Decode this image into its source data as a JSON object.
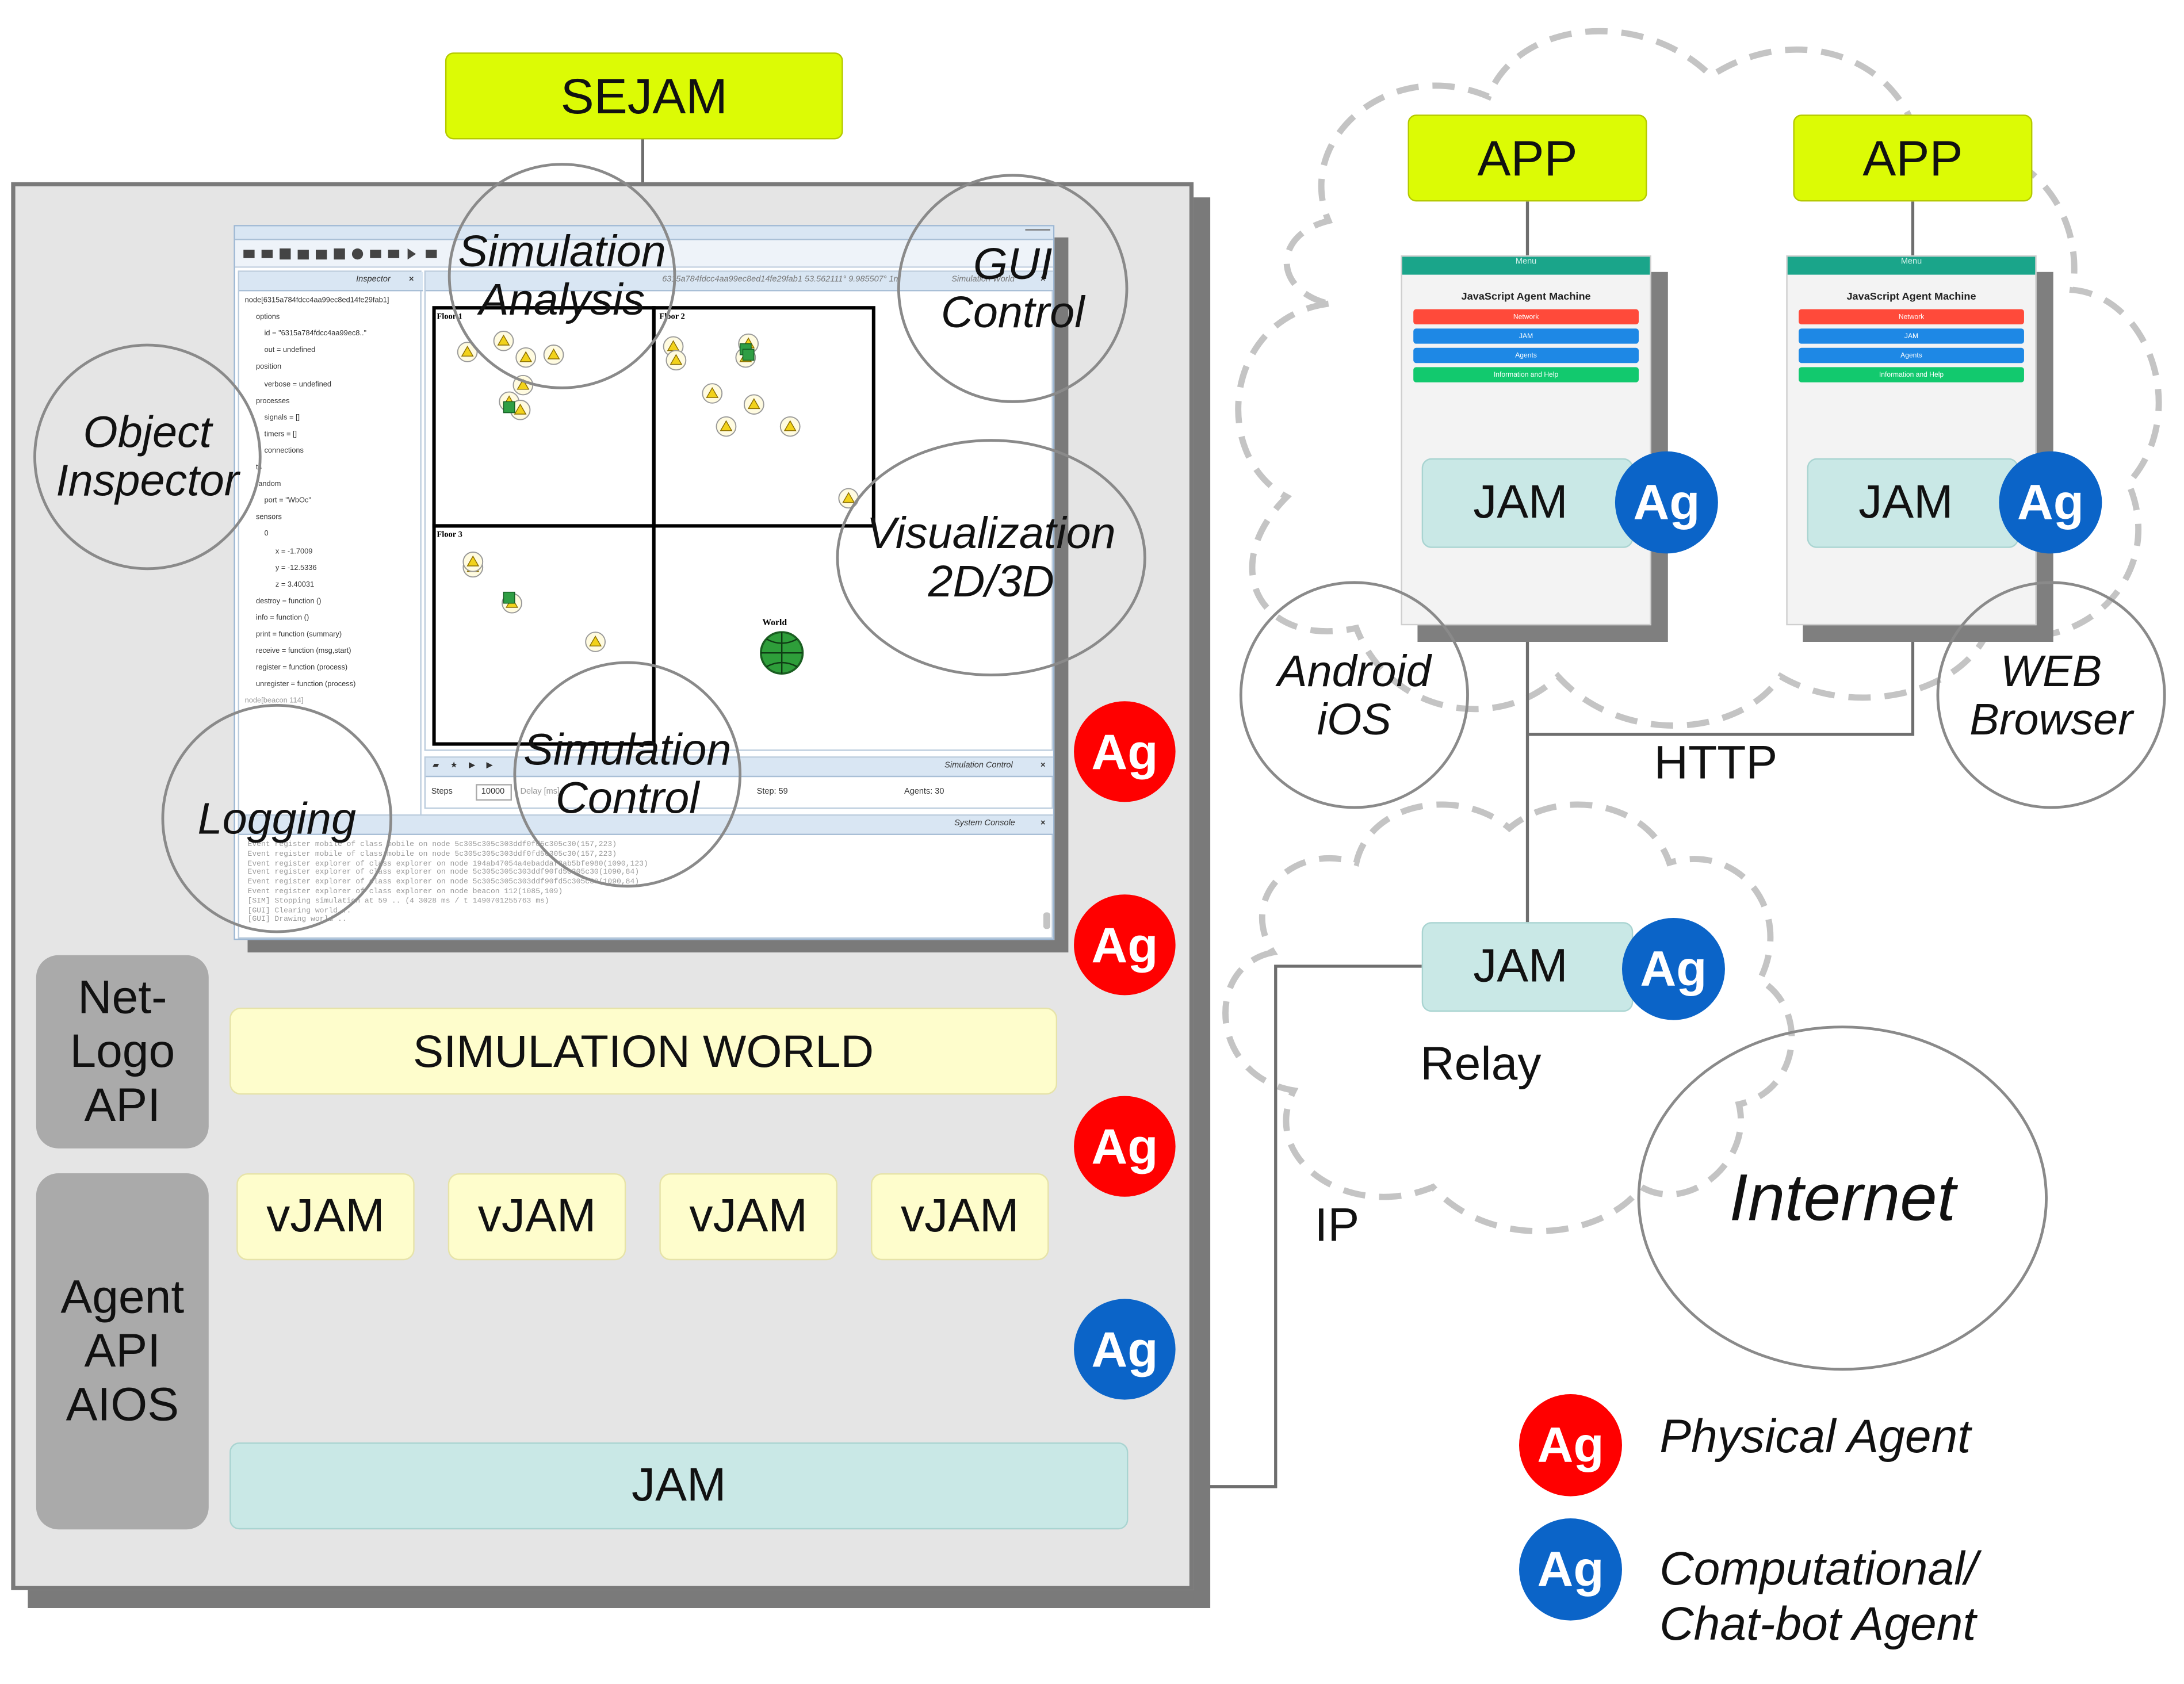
{
  "top": {
    "sejam": "SEJAM"
  },
  "bubbles": {
    "simulation_analysis": "Simulation Analysis",
    "gui_control": "GUI Control",
    "object_inspector": "Object Inspector",
    "visualization": "Visualization 2D/3D",
    "logging": "Logging",
    "simulation_control": "Simulation Control",
    "android_ios": "Android iOS",
    "web_browser": "WEB Browser",
    "internet": "Internet"
  },
  "left_panel": {
    "netlogo_api": "Net-Logo API",
    "agent_api": "Agent API AIOS",
    "simulation_world": "SIMULATION WORLD",
    "vjam": [
      "vJAM",
      "vJAM",
      "vJAM",
      "vJAM"
    ],
    "jam": "JAM"
  },
  "agent_label": "Ag",
  "right": {
    "app_left": "APP",
    "app_right": "APP",
    "jam_phone_left": "JAM",
    "jam_phone_right": "JAM",
    "jam_relay": "JAM",
    "relay": "Relay",
    "http": "HTTP",
    "ip": "IP"
  },
  "phone_screen": {
    "menu": "Menu",
    "title": "JavaScript Agent Machine",
    "buttons": [
      {
        "label": "Network",
        "color": "#ff4a3a"
      },
      {
        "label": "JAM",
        "color": "#1e88e5"
      },
      {
        "label": "Agents",
        "color": "#1e88e5"
      },
      {
        "label": "Information and Help",
        "color": "#12c96e"
      }
    ]
  },
  "legend": {
    "physical": "Physical Agent",
    "computational": "Computational/ Chat-bot Agent"
  },
  "screenshot": {
    "inspector_title": "Inspector",
    "world_title": "6315a784fdcc4aa99ec8ed14fe29fab1 53.562111° 9.985507° 1m",
    "world_tab": "Simulation World",
    "floors": [
      "Floor 1",
      "Floor 2",
      "Floor 3"
    ],
    "world_label": "World",
    "tree": [
      "node[6315a784fdcc4aa99ec8ed14fe29fab1]",
      "options",
      "id = \"6315a784fdcc4aa99ec8..\"",
      "out = undefined",
      "position",
      "verbose = undefined",
      "processes",
      "signals = []",
      "timers = []",
      "connections",
      "ts",
      "random",
      "port = \"WbOc\"",
      "sensors",
      "0",
      "x = -1.7009",
      "y = -12.5336",
      "z = 3.40031",
      "destroy = function ()",
      "info = function ()",
      "print = function (summary)",
      "receive = function (msg,start)",
      "register = function (process)",
      "unregister = function (process)",
      "node[beacon 114]"
    ],
    "control_title": "Simulation Control",
    "steps_label": "Steps",
    "steps_value": "10000",
    "delay_label": "Delay [ms]",
    "step_label": "Step: 59",
    "agents_label": "Agents: 30",
    "console_title": "System Console",
    "console_lines": [
      "Event register mobile of class mobile on node 5c305c305c303ddf0fd5c305c30(157,223)",
      "Event register mobile of class mobile on node 5c305c305c303ddf0fd5c305c30(157,223)",
      "Event register explorer of class explorer on node 194ab47054a4ebaddaf3ab5bfe980(1090,123)",
      "Event register explorer of class explorer on node 5c305c305c303ddf90fd5c305c30(1090,84)",
      "Event register explorer of class explorer on node 5c305c305c303ddf90fd5c305c30(1090,84)",
      "Event register explorer of class explorer on node beacon 112(1085,109)",
      "[SIM] Stopping simulation at 59 .. (4 3028 ms / t 1490701255763 ms)",
      "[GUI] Clearing world ..",
      "[GUI] Drawing world .."
    ]
  },
  "colors": {
    "lime": "#dcfb05",
    "yellow_box": "#fefdcc",
    "teal_box": "#c9e8e6",
    "physical_agent": "#ff0000",
    "computational_agent": "#0b64c8",
    "panel": "#e5e5e5",
    "grey_box": "#aaaaaa"
  }
}
